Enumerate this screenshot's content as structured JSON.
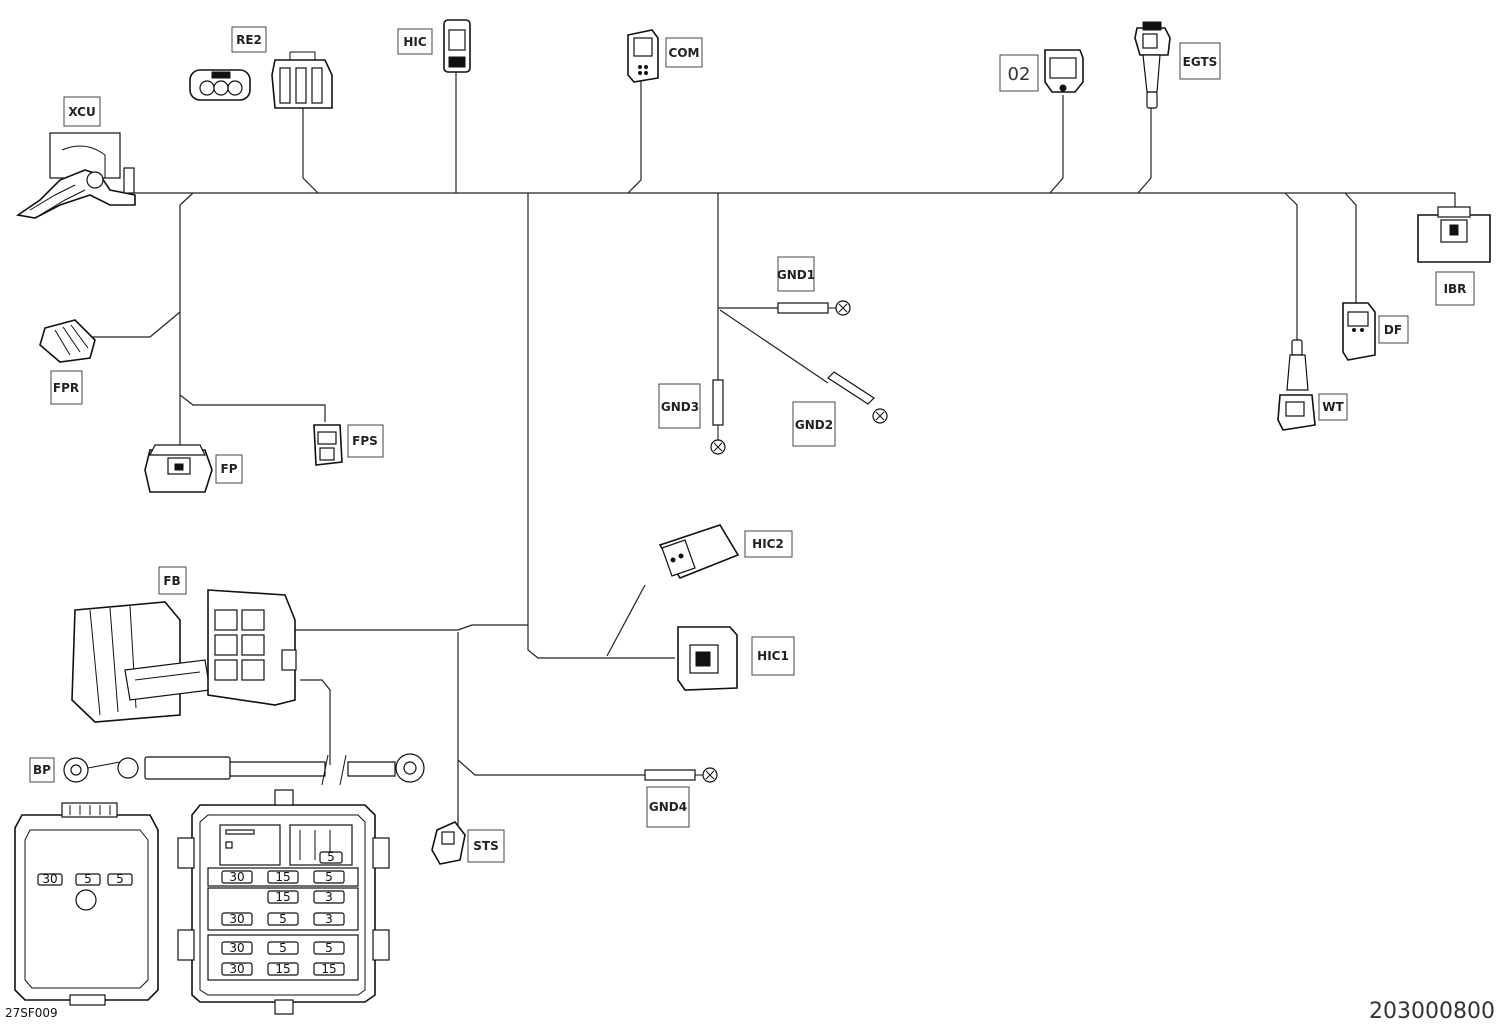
{
  "labels": {
    "re2": "RE2",
    "hic": "HIC",
    "com": "COM",
    "o2": "02",
    "egts": "EGTS",
    "xcu": "XCU",
    "ibr": "IBR",
    "gnd1": "GND1",
    "df": "DF",
    "fpr": "FPR",
    "gnd3": "GND3",
    "gnd2": "GND2",
    "wt": "WT",
    "fps": "FPS",
    "fp": "FP",
    "hic2": "HIC2",
    "fb": "FB",
    "hic1": "HIC1",
    "bp": "BP",
    "gnd4": "GND4",
    "sts": "STS"
  },
  "fuses": {
    "top_row": [
      "30",
      "15",
      "5"
    ],
    "mid_row": [
      "15",
      "3",
      "30",
      "5",
      "3"
    ],
    "bottom_row": [
      "30",
      "5",
      "5",
      "30",
      "15",
      "15"
    ],
    "upper": [
      "5"
    ],
    "cover": [
      "30",
      "5",
      "5"
    ]
  },
  "footer": {
    "left_ref": "27SF009",
    "right_code": "203000800"
  }
}
